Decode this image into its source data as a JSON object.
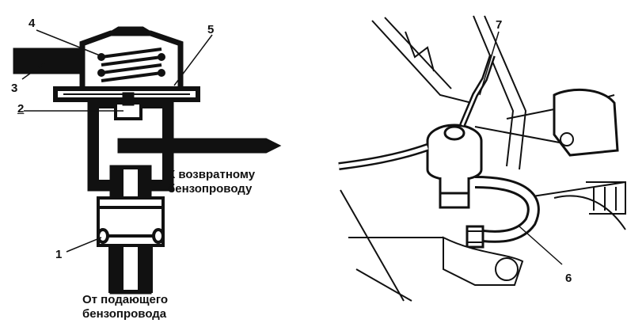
{
  "labels": {
    "n1": "1",
    "n2": "2",
    "n3": "3",
    "n4": "4",
    "n5": "5",
    "n6": "6",
    "n7": "7"
  },
  "captions": {
    "return_line": [
      "К возвратному",
      "бензопроводу"
    ],
    "supply_line": [
      "От подающего",
      "бензопровода"
    ]
  },
  "colors": {
    "ink": "#111111",
    "paper": "#ffffff"
  }
}
